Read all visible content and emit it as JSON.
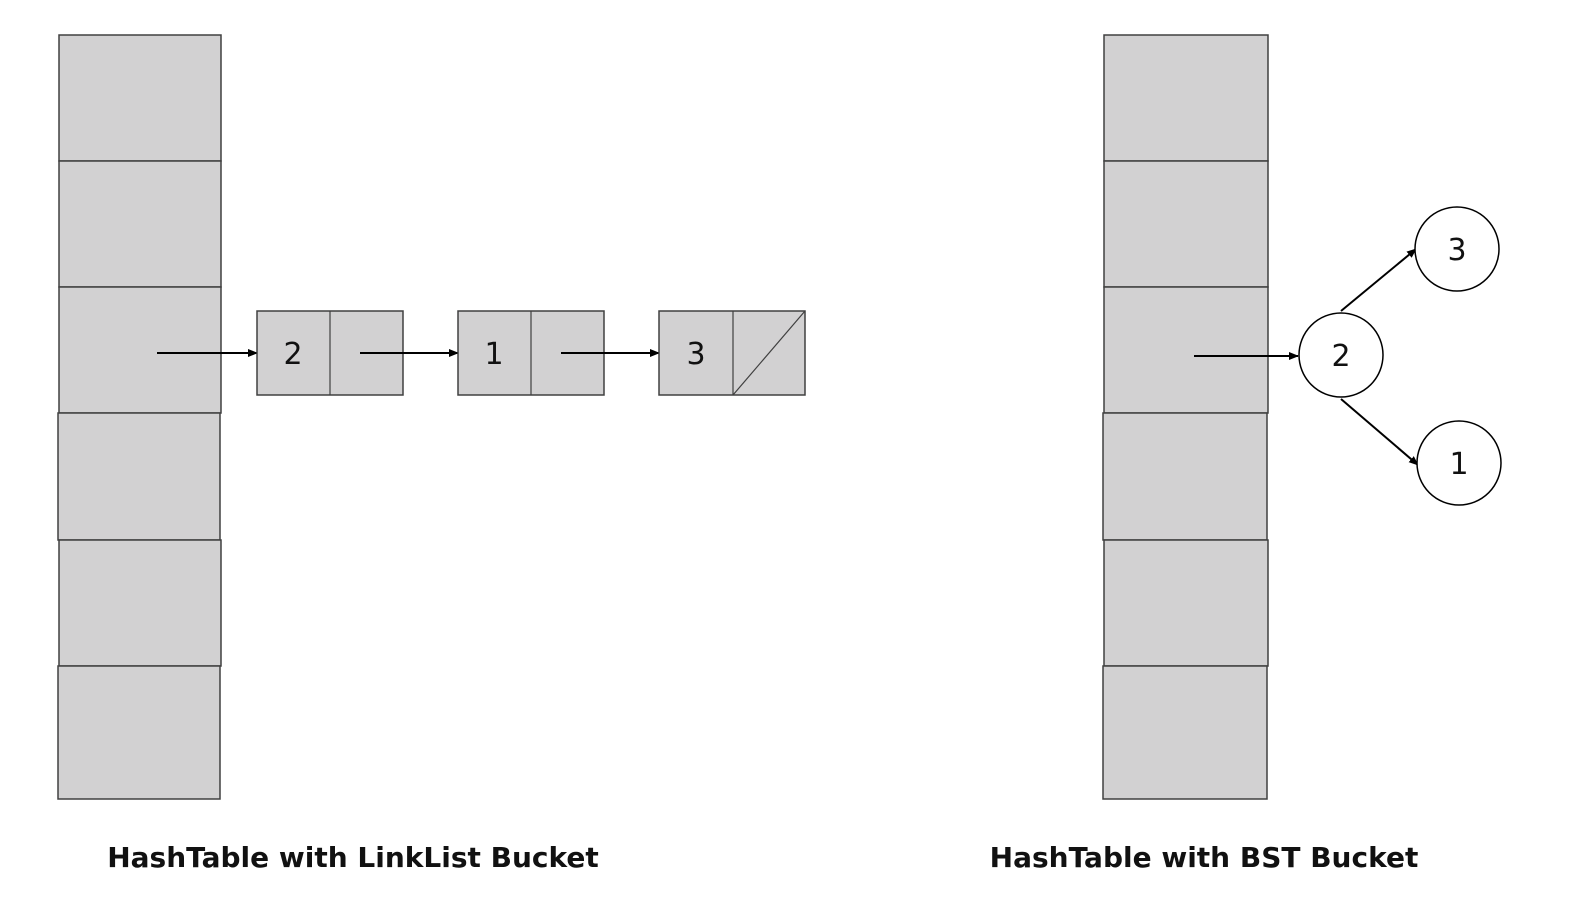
{
  "left_panel": {
    "caption": "HashTable with LinkList Bucket",
    "bucket_count": 6,
    "linked_list": [
      {
        "value": "2",
        "is_null_next": false
      },
      {
        "value": "1",
        "is_null_next": false
      },
      {
        "value": "3",
        "is_null_next": true
      }
    ]
  },
  "right_panel": {
    "caption": "HashTable with BST Bucket",
    "bucket_count": 6,
    "bst": {
      "root": "2",
      "upper_child": "3",
      "lower_child": "1"
    }
  },
  "colors": {
    "cell_fill": "#d2d1d2",
    "cell_stroke": "#404040",
    "arrow": "#000000",
    "circle_fill": "#ffffff"
  }
}
